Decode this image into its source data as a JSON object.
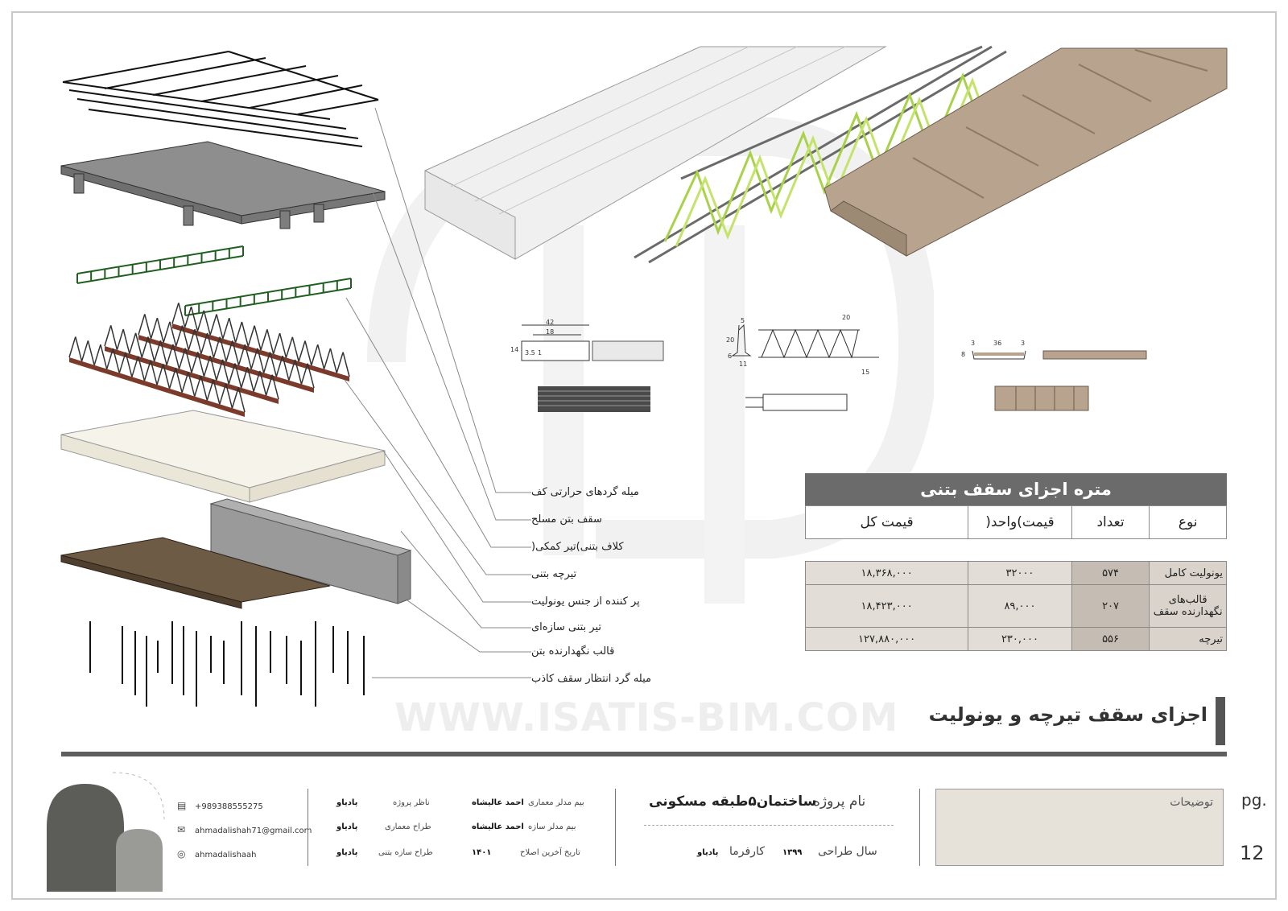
{
  "watermark": "WWW.ISATIS-BIM.COM",
  "leader_labels": [
    "میله گردهای حرارتی کف",
    "سقف بتن مسلح",
    "کلاف بتنی)تیر کمکی(",
    "تیرچه بتنی",
    "پر کننده از جنس یونولیت",
    "تیر بتنی سازه‌ای",
    "قالب نگهدارنده بتن",
    "میله گرد انتظار سقف کاذب"
  ],
  "dimensions": {
    "block_top": "42",
    "block_inner": "18",
    "block_height": "14",
    "block_small": "3.5",
    "block_bottom": "1",
    "joist_top": "5",
    "joist_height": "20",
    "joist_six": "6",
    "joist_base": "11",
    "truss_pitch": "20",
    "truss_end": "15",
    "mold_width": "36",
    "mold_side_left": "3",
    "mold_side_right": "3",
    "mold_height": "8"
  },
  "table": {
    "title": "متره اجزای سقف بتنی",
    "headers": [
      "نوع",
      "تعداد",
      "قیمت)واحد(",
      "قیمت کل"
    ],
    "rows": [
      [
        "یونولیت کامل",
        "۵۷۴",
        "۳۲۰۰۰",
        "۱۸,۳۶۸,۰۰۰"
      ],
      [
        "قالب‌های نگهدارنده سقف",
        "۲۰۷",
        "۸۹,۰۰۰",
        "۱۸,۴۲۳,۰۰۰"
      ],
      [
        "تیرچه",
        "۵۵۶",
        "۲۳۰,۰۰۰",
        "۱۲۷,۸۸۰,۰۰۰"
      ]
    ]
  },
  "page_title": "اجزای سقف تیرچه و یونولیت",
  "footer": {
    "phone": "+989388555275",
    "email": "ahmadalishah71@gmail.com",
    "instagram": "ahmadalishaah",
    "credits": [
      {
        "role": "بیم مدلر معماری",
        "name": "احمد عالیشاه",
        "role2": "ناظر پروژه",
        "name2": "پادیاو"
      },
      {
        "role": "بیم مدلر سازه",
        "name": "احمد عالیشاه",
        "role2": "طراح معماری",
        "name2": "پادیاو"
      },
      {
        "role": "تاریخ آخرین اصلاح",
        "name": "۱۴۰۱",
        "role2": "طراح سازه بتنی",
        "name2": "پادیاو"
      }
    ],
    "project_label": "نام پروژه",
    "project_name": "ساختمان۵طبقه مسکونی",
    "design_year_label": "سال طراحی",
    "design_year": "۱۳۹۹",
    "client_label": "کارفرما",
    "client": "پادیاو",
    "description_label": "توضیحات",
    "pg_label": "pg.",
    "page_number": "12"
  },
  "colors": {
    "table_header": "#6b6b6b",
    "table_row": "#e2ddd6",
    "brown_mold": "#b9a48f",
    "truss_green": "#9acd32",
    "dark_bar": "#5e5e5e"
  }
}
